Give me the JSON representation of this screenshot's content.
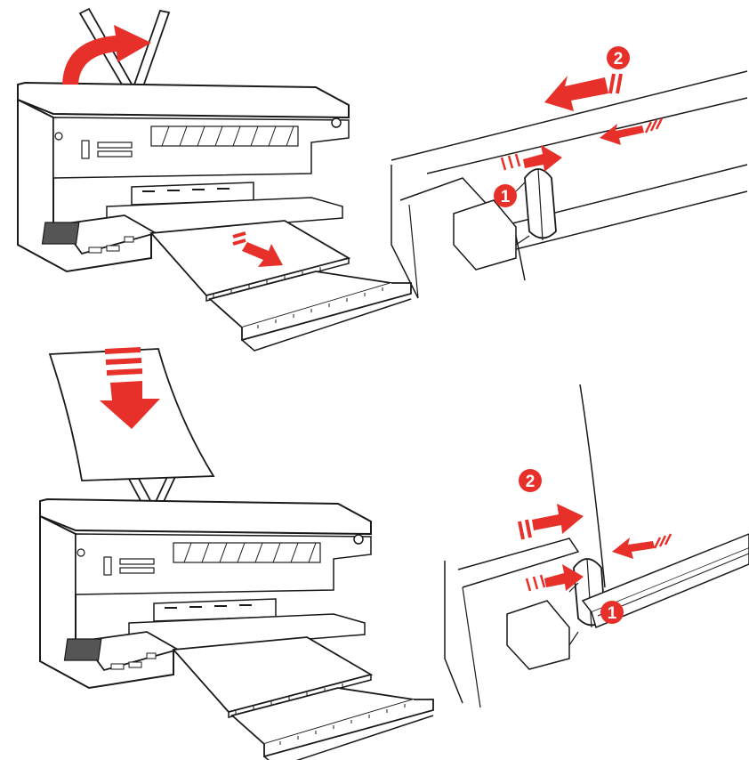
{
  "colors": {
    "accent_red": "#e8302a",
    "line": "#1a1a1a",
    "paper": "#ffffff",
    "screen": "#555555"
  },
  "panels": [
    {
      "name": "top-left",
      "description_icon": "printer-icon",
      "arrows": [
        "curved-arrow-raise-support",
        "arrow-pull-out-tray"
      ]
    },
    {
      "name": "top-right",
      "description_icon": "paper-guide-icon",
      "steps": [
        {
          "label": "1"
        },
        {
          "label": "2"
        }
      ]
    },
    {
      "name": "bottom-left",
      "description_icon": "printer-icon",
      "arrows": [
        "arrow-insert-paper"
      ]
    },
    {
      "name": "bottom-right",
      "description_icon": "paper-guide-icon",
      "steps": [
        {
          "label": "1"
        },
        {
          "label": "2"
        }
      ]
    }
  ]
}
